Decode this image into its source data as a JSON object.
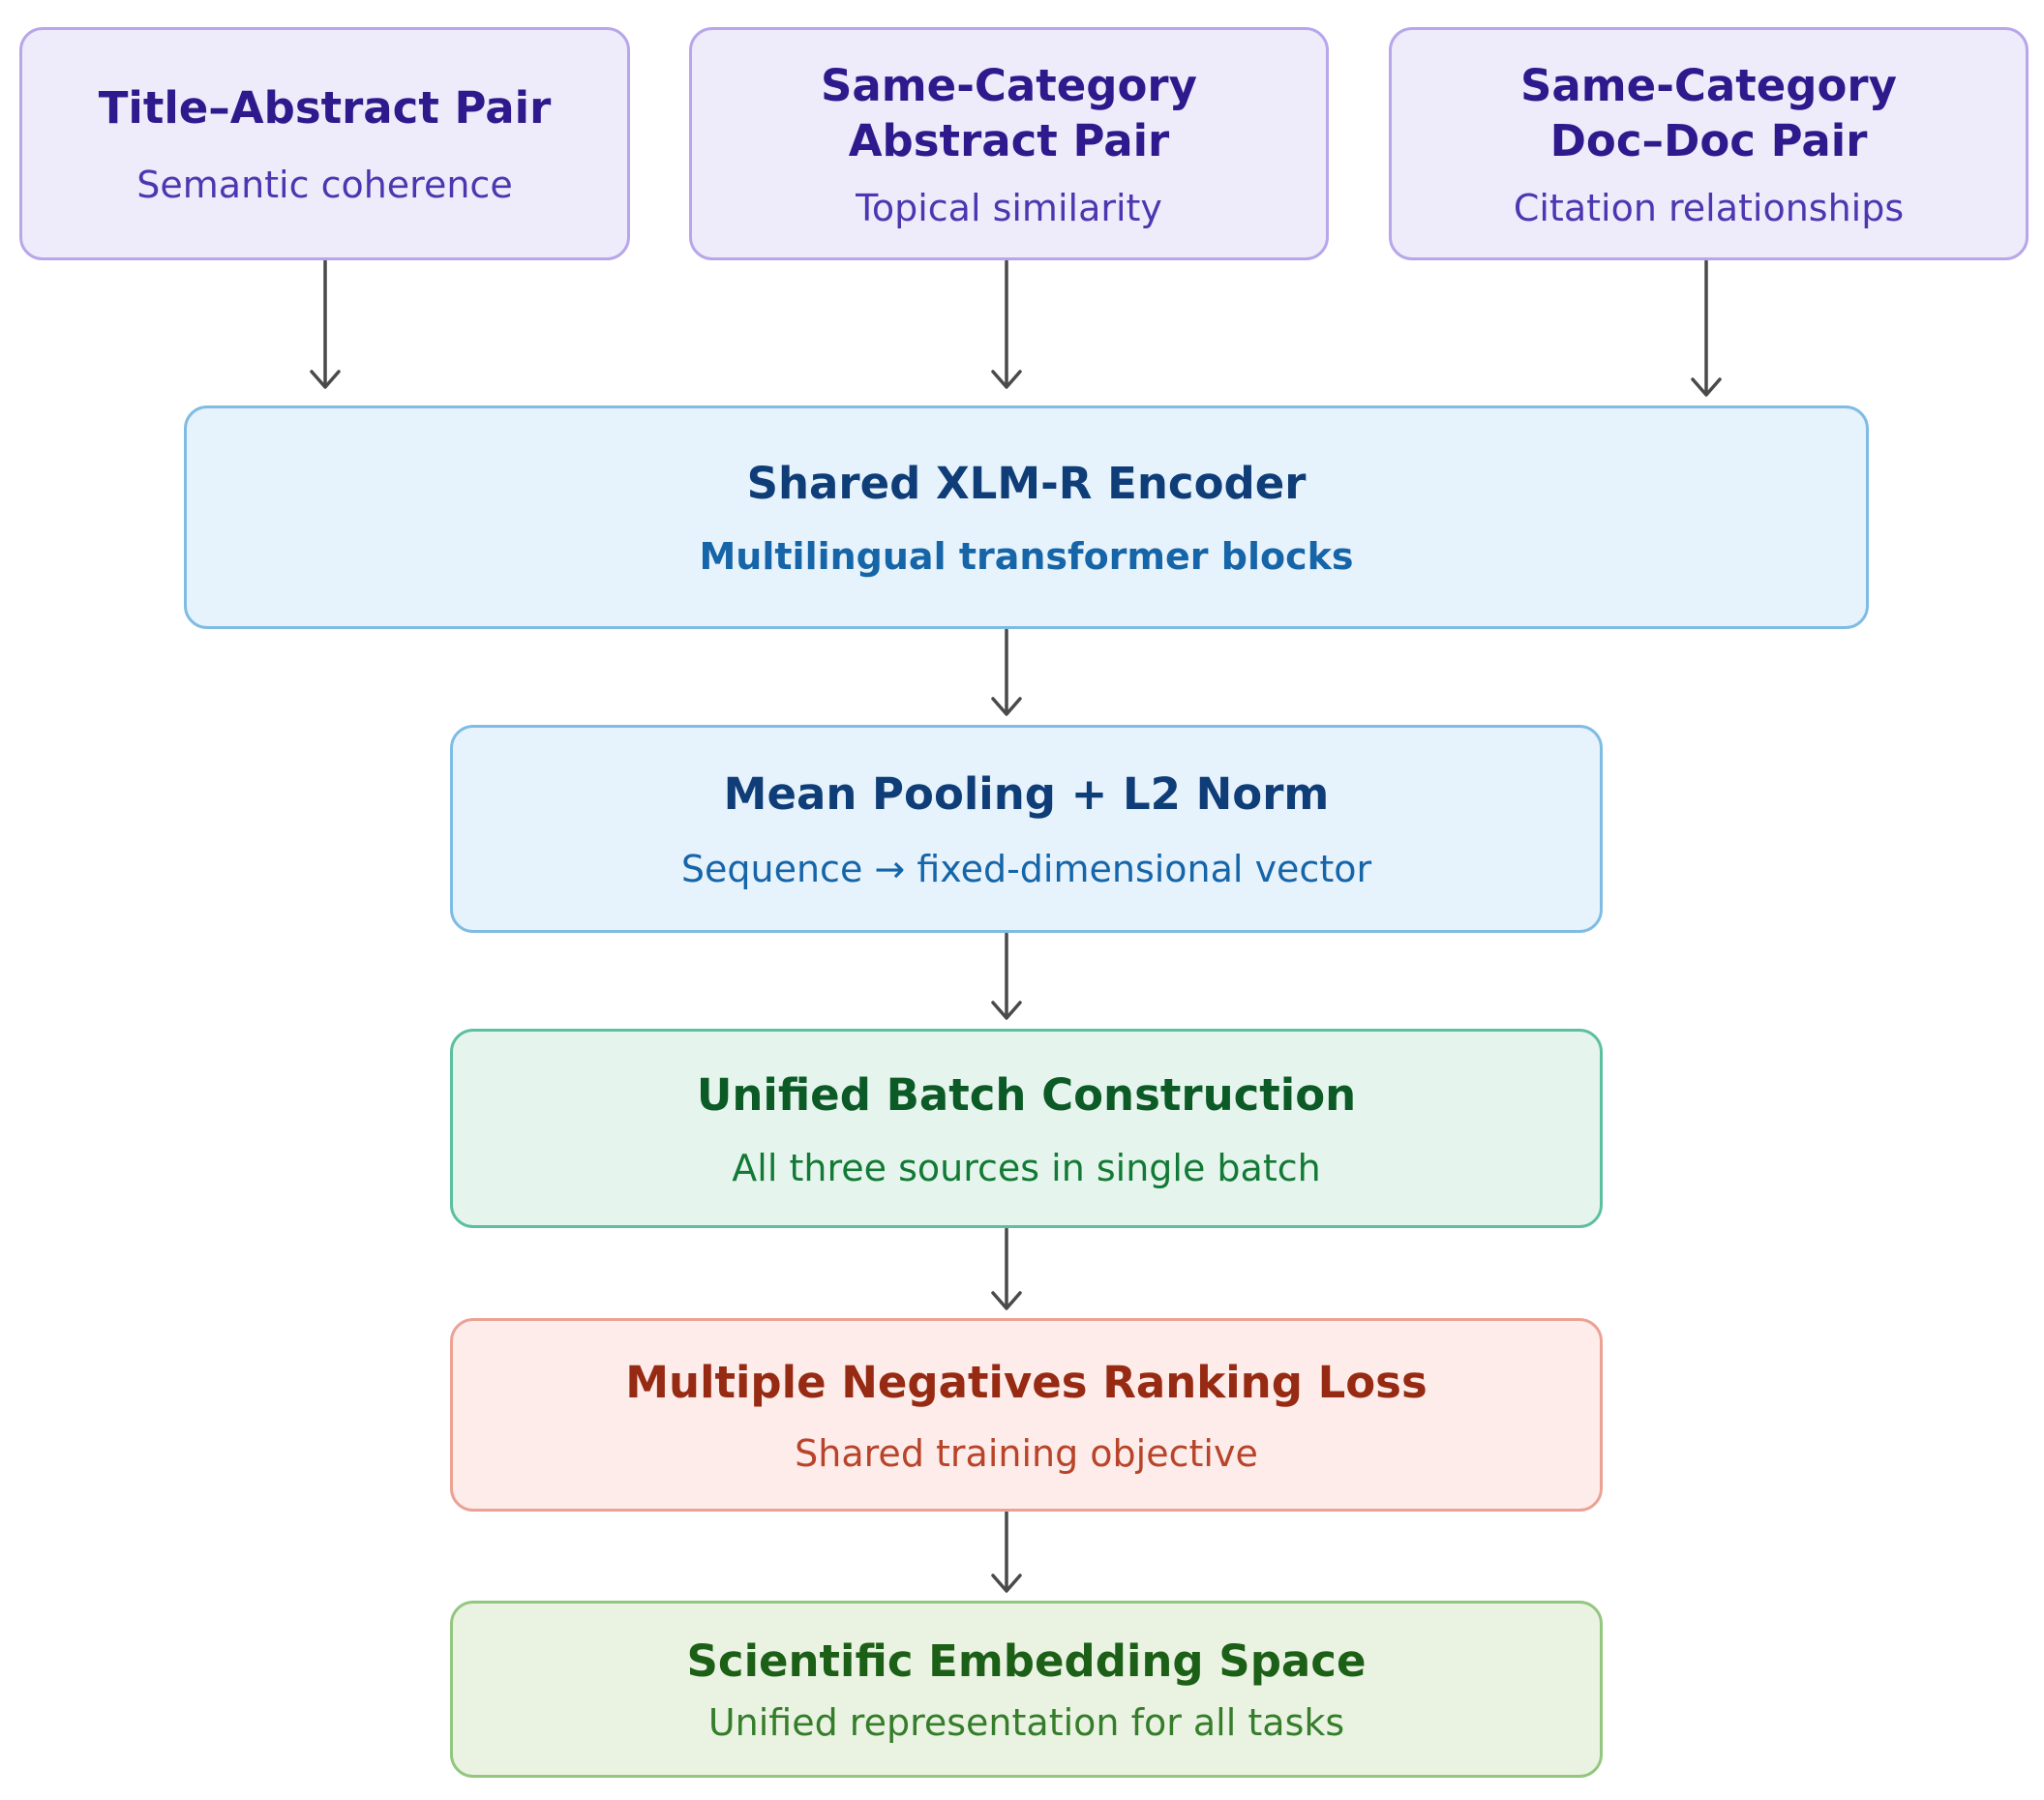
{
  "sources": [
    {
      "title": "Title–Abstract Pair",
      "subtitle": "Semantic coherence"
    },
    {
      "title": "Same-Category\nAbstract Pair",
      "subtitle": "Topical similarity"
    },
    {
      "title": "Same-Category\nDoc–Doc Pair",
      "subtitle": "Citation relationships"
    }
  ],
  "encoder": {
    "title": "Shared XLM-R Encoder",
    "subtitle": "Multilingual transformer blocks"
  },
  "pooling": {
    "title": "Mean Pooling + L2 Norm",
    "subtitle": "Sequence → fixed-dimensional vector"
  },
  "batch": {
    "title": "Unified Batch Construction",
    "subtitle": "All three sources in single batch"
  },
  "loss": {
    "title": "Multiple Negatives Ranking Loss",
    "subtitle": "Shared training objective"
  },
  "embedding": {
    "title": "Scientific Embedding Space",
    "subtitle": "Unified representation for all tasks"
  },
  "colors": {
    "arrow": "#4a4a4a",
    "source_fill": "#eeebfb",
    "encoder_fill": "#e6f2fc",
    "batch_fill": "#e5f5ee",
    "loss_fill": "#fdecea",
    "embedding_fill": "#eaf3e2"
  }
}
